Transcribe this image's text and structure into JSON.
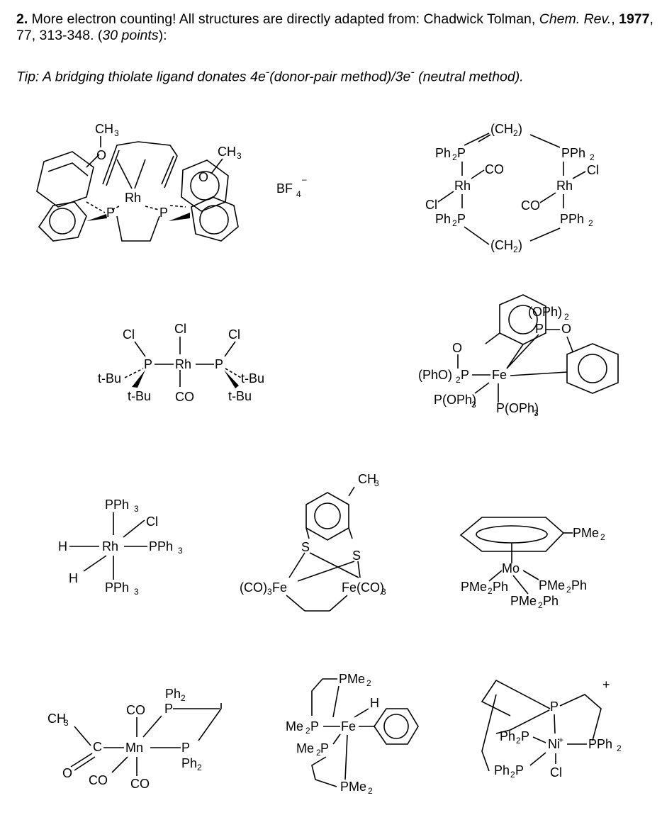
{
  "header": {
    "number": "2.",
    "intro": " More electron counting! All structures are directly adapted from: Chadwick Tolman, ",
    "journal": "Chem. Rev.",
    "comma1": ", ",
    "year": "1977",
    "rest": ", 77, 313-348. (",
    "points": "30 points",
    "close": "):"
  },
  "tip": {
    "a": "Tip: A bridging thiolate ligand donates 4e",
    "sup1": "-",
    "b": "(donor-pair method)/3e",
    "sup2": "-",
    "c": " (neutral method)."
  },
  "s1": {
    "ch3a": "CH",
    "ch3b": "CH",
    "three": "3",
    "rh": "Rh",
    "p1": "P",
    "p2": "P",
    "o1": "O",
    "o2": "O",
    "bf": "BF",
    "bf4": "4",
    "minus": "–"
  },
  "s2": {
    "ch2top": "(CH",
    "ch2bot": "(CH",
    "two": "2",
    "close": ")",
    "ph2p_tl": "Ph",
    "pph2_tr": "PPh",
    "p": "P",
    "co": "CO",
    "rh": "Rh",
    "cl": "Cl",
    "ph2p_bl": "Ph",
    "pph2_br": "PPh"
  },
  "s3": {
    "cl": "Cl",
    "rh": "Rh",
    "p": "P",
    "tbu": "t-Bu",
    "co": "CO"
  },
  "s4": {
    "oph2": "(OPh)",
    "two": "2",
    "po": "P",
    "o": "O",
    "pho2p": "(PhO)",
    "fe": "Fe",
    "poph3": "P(OPh)",
    "three": "3"
  },
  "s5": {
    "pph": "PPh",
    "three": "3",
    "cl": "Cl",
    "h": "H",
    "rh": "Rh"
  },
  "s6": {
    "ch3": "CH",
    "three": "3",
    "s": "S",
    "co": "(CO)",
    "fe": "Fe",
    "feco": "Fe(CO)"
  },
  "s7": {
    "pme": "PMe",
    "two": "2",
    "mo": "Mo",
    "pme2ph": "PMe",
    "ph": "Ph"
  },
  "s8": {
    "ch3": "CH",
    "three": "3",
    "ph": "Ph",
    "two": "2",
    "p": "P",
    "co": "CO",
    "c": "C",
    "mn": "Mn",
    "o": "O"
  },
  "s9": {
    "pme": "PMe",
    "two": "2",
    "h": "H",
    "me": "Me",
    "p": "P",
    "fe": "Fe"
  },
  "s10": {
    "plus": "+",
    "p": "P",
    "ph": "Ph",
    "two": "2",
    "ni": "Ni",
    "niplus": "+",
    "pph": "PPh",
    "cl": "Cl"
  }
}
